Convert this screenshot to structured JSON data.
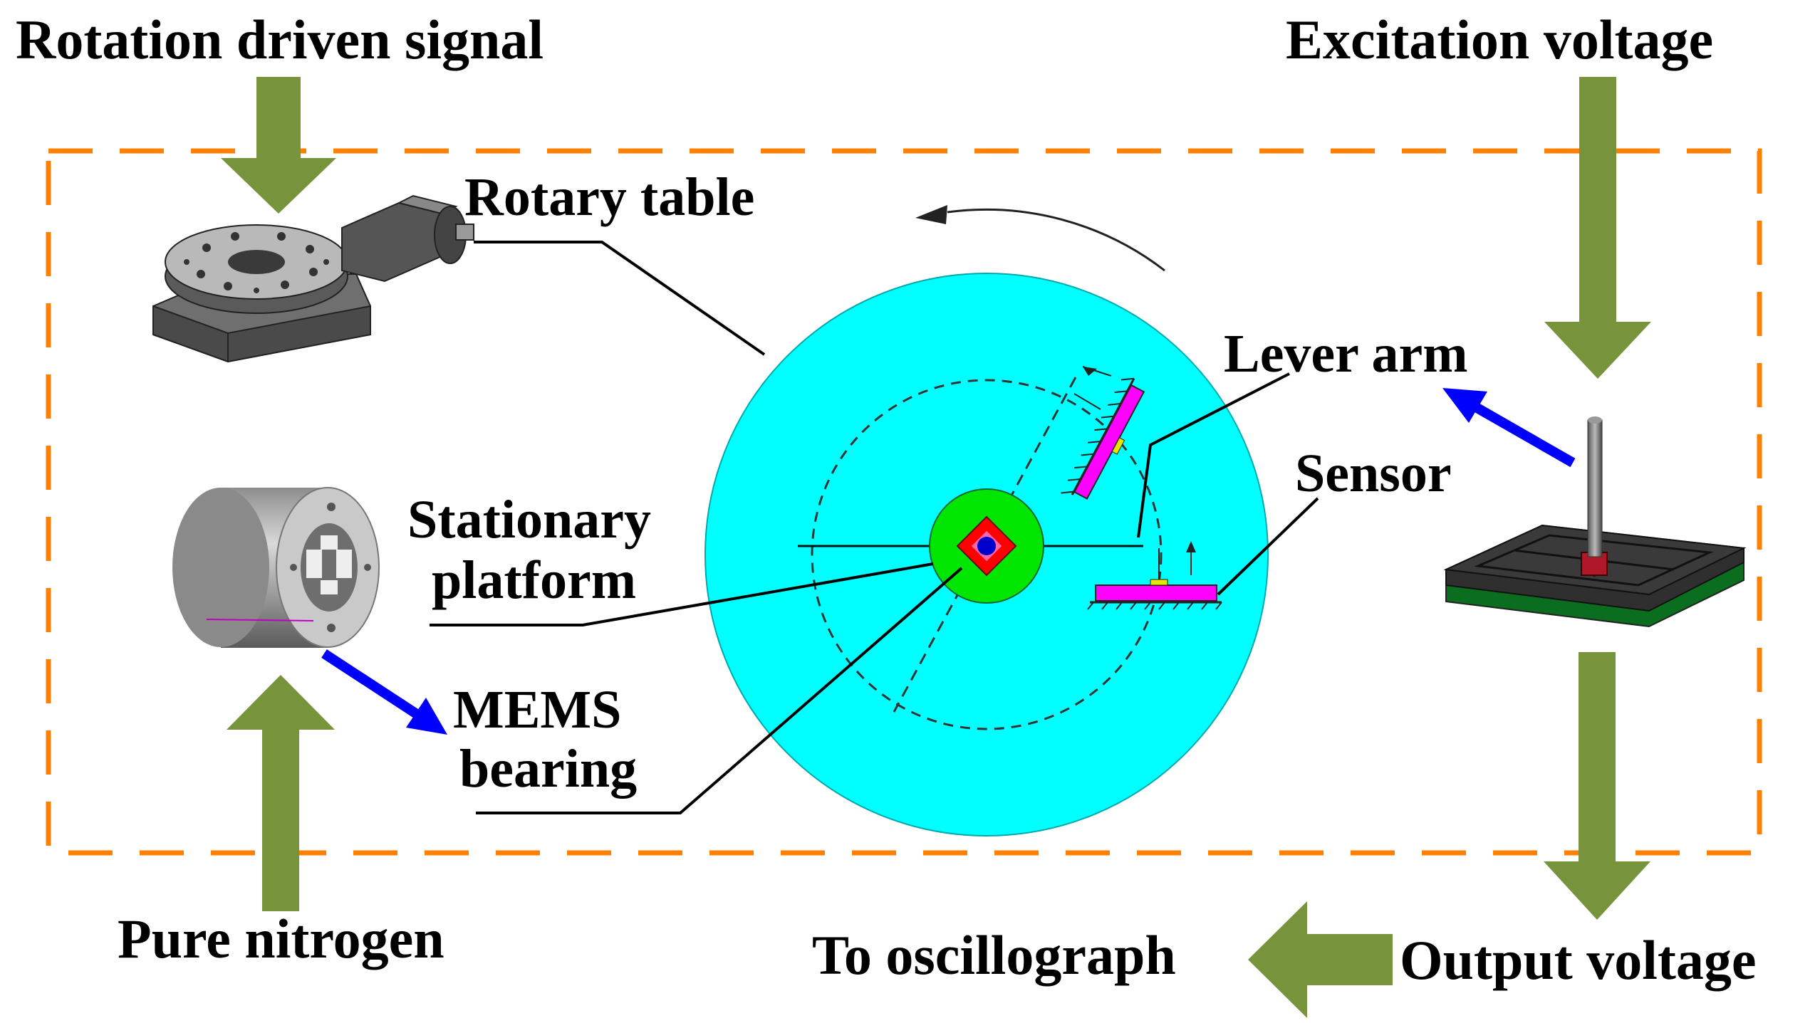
{
  "labels": {
    "rotation_driven_signal": "Rotation driven signal",
    "excitation_voltage": "Excitation voltage",
    "rotary_table": "Rotary table",
    "lever_arm": "Lever arm",
    "sensor": "Sensor",
    "stationary": "Stationary",
    "platform": "platform",
    "mems": "MEMS",
    "bearing": "bearing",
    "pure_nitrogen": "Pure nitrogen",
    "to_oscillograph": "To oscillograph",
    "output_voltage": "Output voltage"
  },
  "colors": {
    "flow_arrow": "#77933c",
    "pointer_arrow": "#0000ff",
    "dashed_box": "#ff7f00",
    "rotary_disk": "#00ffff",
    "platform_disk": "#00e600",
    "bearing_square": "#ff0000",
    "sensor_body": "#ff00ff",
    "pcb_green": "#0b6e1e"
  }
}
